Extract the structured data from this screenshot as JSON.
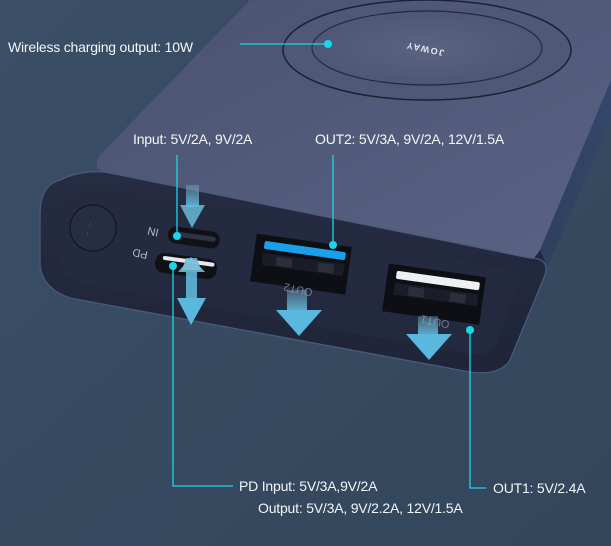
{
  "product": {
    "brand_logo_text": "JOWAY",
    "port_markings": {
      "in": "IN",
      "pd": "PD",
      "out1": "OUT1",
      "out2": "OUT2"
    }
  },
  "callouts": {
    "wireless": {
      "text": "Wireless charging output: 10W"
    },
    "input": {
      "text": "Input: 5V/2A, 9V/2A"
    },
    "out2": {
      "text": "OUT2: 5V/3A, 9V/2A, 12V/1.5A"
    },
    "pd": {
      "input_text": "PD Input: 5V/3A,9V/2A",
      "output_text": "Output: 5V/3A, 9V/2.2A, 12V/1.5A"
    },
    "out1": {
      "text": "OUT1: 5V/2.4A"
    }
  },
  "colors": {
    "background": "#34475c",
    "device_body": "#2a3148",
    "device_top": "#4b5473",
    "leader_line": "#19d6ea",
    "arrow": "#6cc6e2",
    "usb_blue": "#1aa0ea",
    "label_text": "#f4f6f8"
  }
}
